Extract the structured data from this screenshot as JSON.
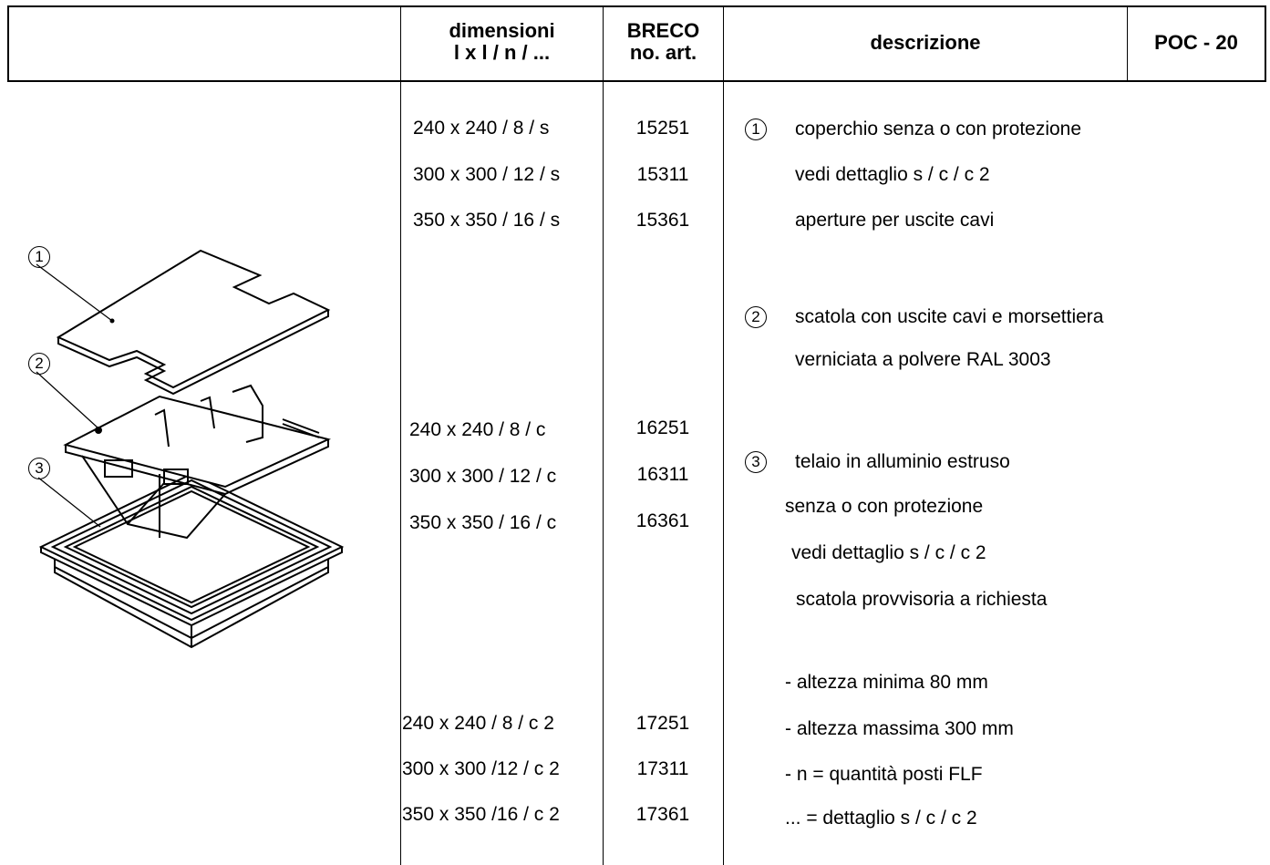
{
  "header": {
    "dimensions_line1": "dimensioni",
    "dimensions_line2": "l x l / n / ...",
    "breco_line1": "BRECO",
    "breco_line2": "no. art.",
    "description": "descrizione",
    "code": "POC - 20"
  },
  "group_s": [
    {
      "dim": "240 x 240 /  8  / s",
      "art": "15251"
    },
    {
      "dim": "300 x 300 / 12 / s",
      "art": "15311"
    },
    {
      "dim": "350 x 350 / 16 / s",
      "art": "15361"
    }
  ],
  "group_c": [
    {
      "dim": "240 x 240 /  8  / c",
      "art": "16251"
    },
    {
      "dim": "300 x 300 / 12 / c",
      "art": "16311"
    },
    {
      "dim": "350 x 350 / 16 / c",
      "art": "16361"
    }
  ],
  "group_c2": [
    {
      "dim": "240 x 240 / 8  / c 2",
      "art": "17251"
    },
    {
      "dim": "300 x 300 /12 / c 2",
      "art": "17311"
    },
    {
      "dim": "350 x 350 /16 / c 2",
      "art": "17361"
    }
  ],
  "markers": {
    "one": "1",
    "two": "2",
    "three": "3"
  },
  "desc1": [
    "coperchio senza o con protezione",
    "vedi dettaglio s / c / c 2",
    "aperture per uscite cavi"
  ],
  "desc2": [
    "scatola con uscite cavi e morsettiera",
    "verniciata a polvere RAL 3003"
  ],
  "desc3": [
    "telaio in alluminio estruso",
    "senza o con protezione",
    "vedi dettaglio s / c / c 2",
    "scatola provvisoria a richiesta"
  ],
  "notes": [
    "- altezza minima 80 mm",
    "- altezza massima 300 mm",
    "- n  =  quantità posti FLF",
    "...  =  dettaglio s / c / c 2"
  ]
}
